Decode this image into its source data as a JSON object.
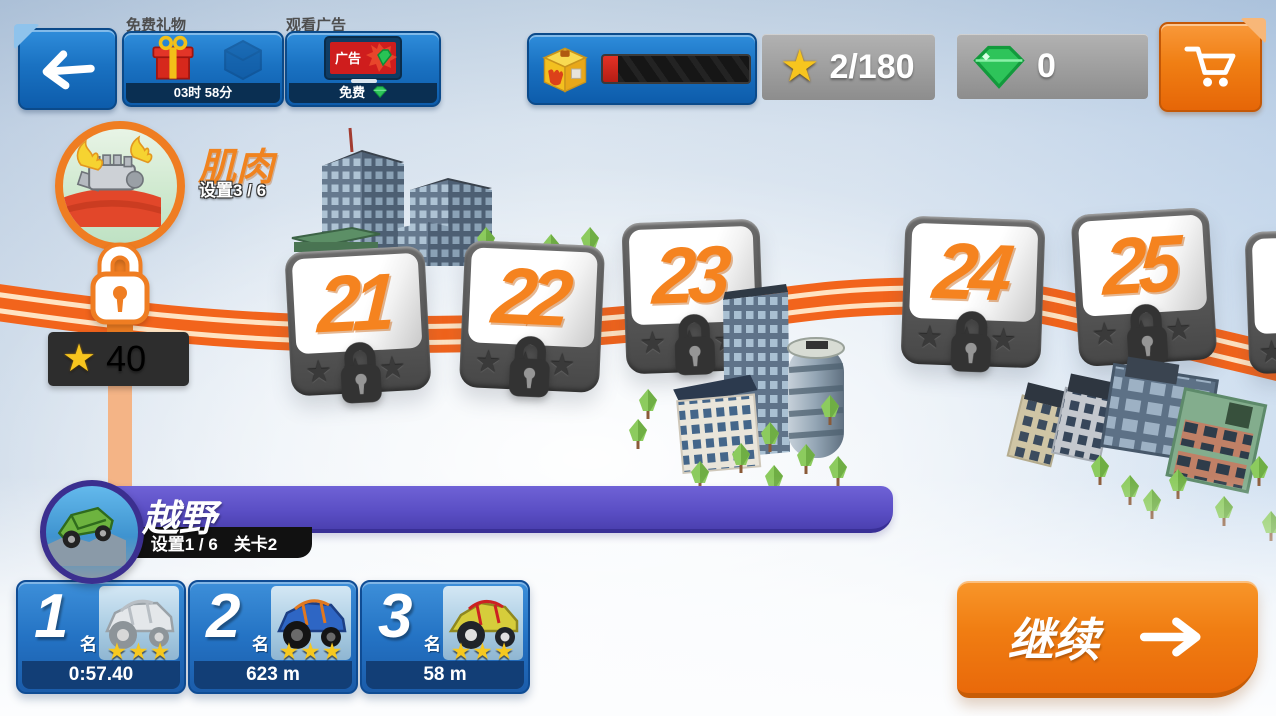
{
  "header": {
    "free_gift": {
      "label": "免费礼物",
      "timer": "03时 58分"
    },
    "watch_ad": {
      "label": "观看广告",
      "screen_text": "广告",
      "price_label": "免费"
    },
    "star_counter": "2/180",
    "gem_counter": "0",
    "crate_progress_percent": 10
  },
  "muscle_class": {
    "name": "肌肉",
    "tune": "设置3 / 6",
    "unlock_star_cost": "40"
  },
  "levels": [
    {
      "number": "21",
      "locked": true,
      "stars_earned": 0
    },
    {
      "number": "22",
      "locked": true,
      "stars_earned": 0
    },
    {
      "number": "23",
      "locked": true,
      "stars_earned": 0
    },
    {
      "number": "24",
      "locked": true,
      "stars_earned": 0
    },
    {
      "number": "25",
      "locked": true,
      "stars_earned": 0
    }
  ],
  "sign_stars_display": "★★★",
  "vehicle": {
    "name": "越野",
    "tune": "设置1 / 6",
    "stage": "关卡2"
  },
  "leaderboard": [
    {
      "rank": "1",
      "rank_unit": "名",
      "stars_display": "★★★",
      "value": "0:57.40"
    },
    {
      "rank": "2",
      "rank_unit": "名",
      "stars_display": "★★★",
      "value": "623 m"
    },
    {
      "rank": "3",
      "rank_unit": "名",
      "stars_display": "★★★",
      "value": "58 m"
    }
  ],
  "continue_button": {
    "label": "继续"
  },
  "icons": {
    "star": "★"
  },
  "colors": {
    "accent_orange": "#f2721c",
    "panel_blue": "#1a6ebd",
    "counter_gray": "#9a9a9a",
    "banner_purple": "#5a4ec4",
    "card_blue": "#2277cc",
    "road_orange": "#f2641c",
    "gem_green": "#2ec45a",
    "star_gold": "#f7c51e"
  }
}
